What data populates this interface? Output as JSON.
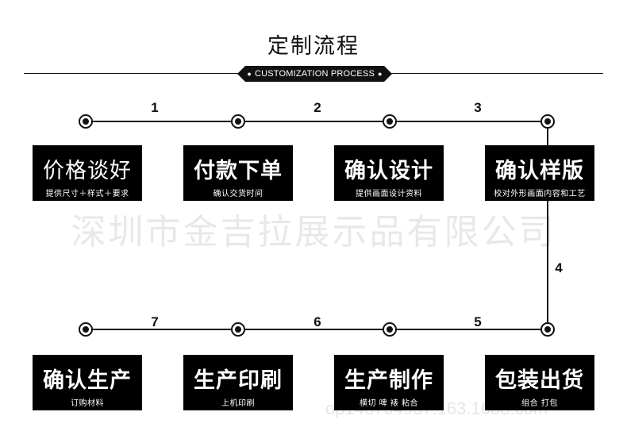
{
  "title": "定制流程",
  "subtitle": "CUSTOMIZATION PROCESS",
  "watermark_text": "深圳市金吉拉展示品有限公司",
  "watermark_url": "op146704937.163.1688.com",
  "steps": [
    {
      "number": "1",
      "name": "价格谈好",
      "desc": "提供尺寸＋样式＋要求"
    },
    {
      "number": "2",
      "name": "付款下单",
      "desc": "确认交货时间"
    },
    {
      "number": "3",
      "name": "确认设计",
      "desc": "提供画面设计资料"
    },
    {
      "number": "4",
      "name": "确认样版",
      "desc": "校对外形画面内容和工艺"
    },
    {
      "number": "5",
      "name": "包装出货",
      "desc": "组合 打包"
    },
    {
      "number": "6",
      "name": "生产制作",
      "desc": "横切 啤 裱 粘合"
    },
    {
      "number": "7",
      "name": "生产印刷",
      "desc": "上机印刷"
    },
    {
      "name": "确认生产",
      "desc": "订购材料"
    }
  ]
}
